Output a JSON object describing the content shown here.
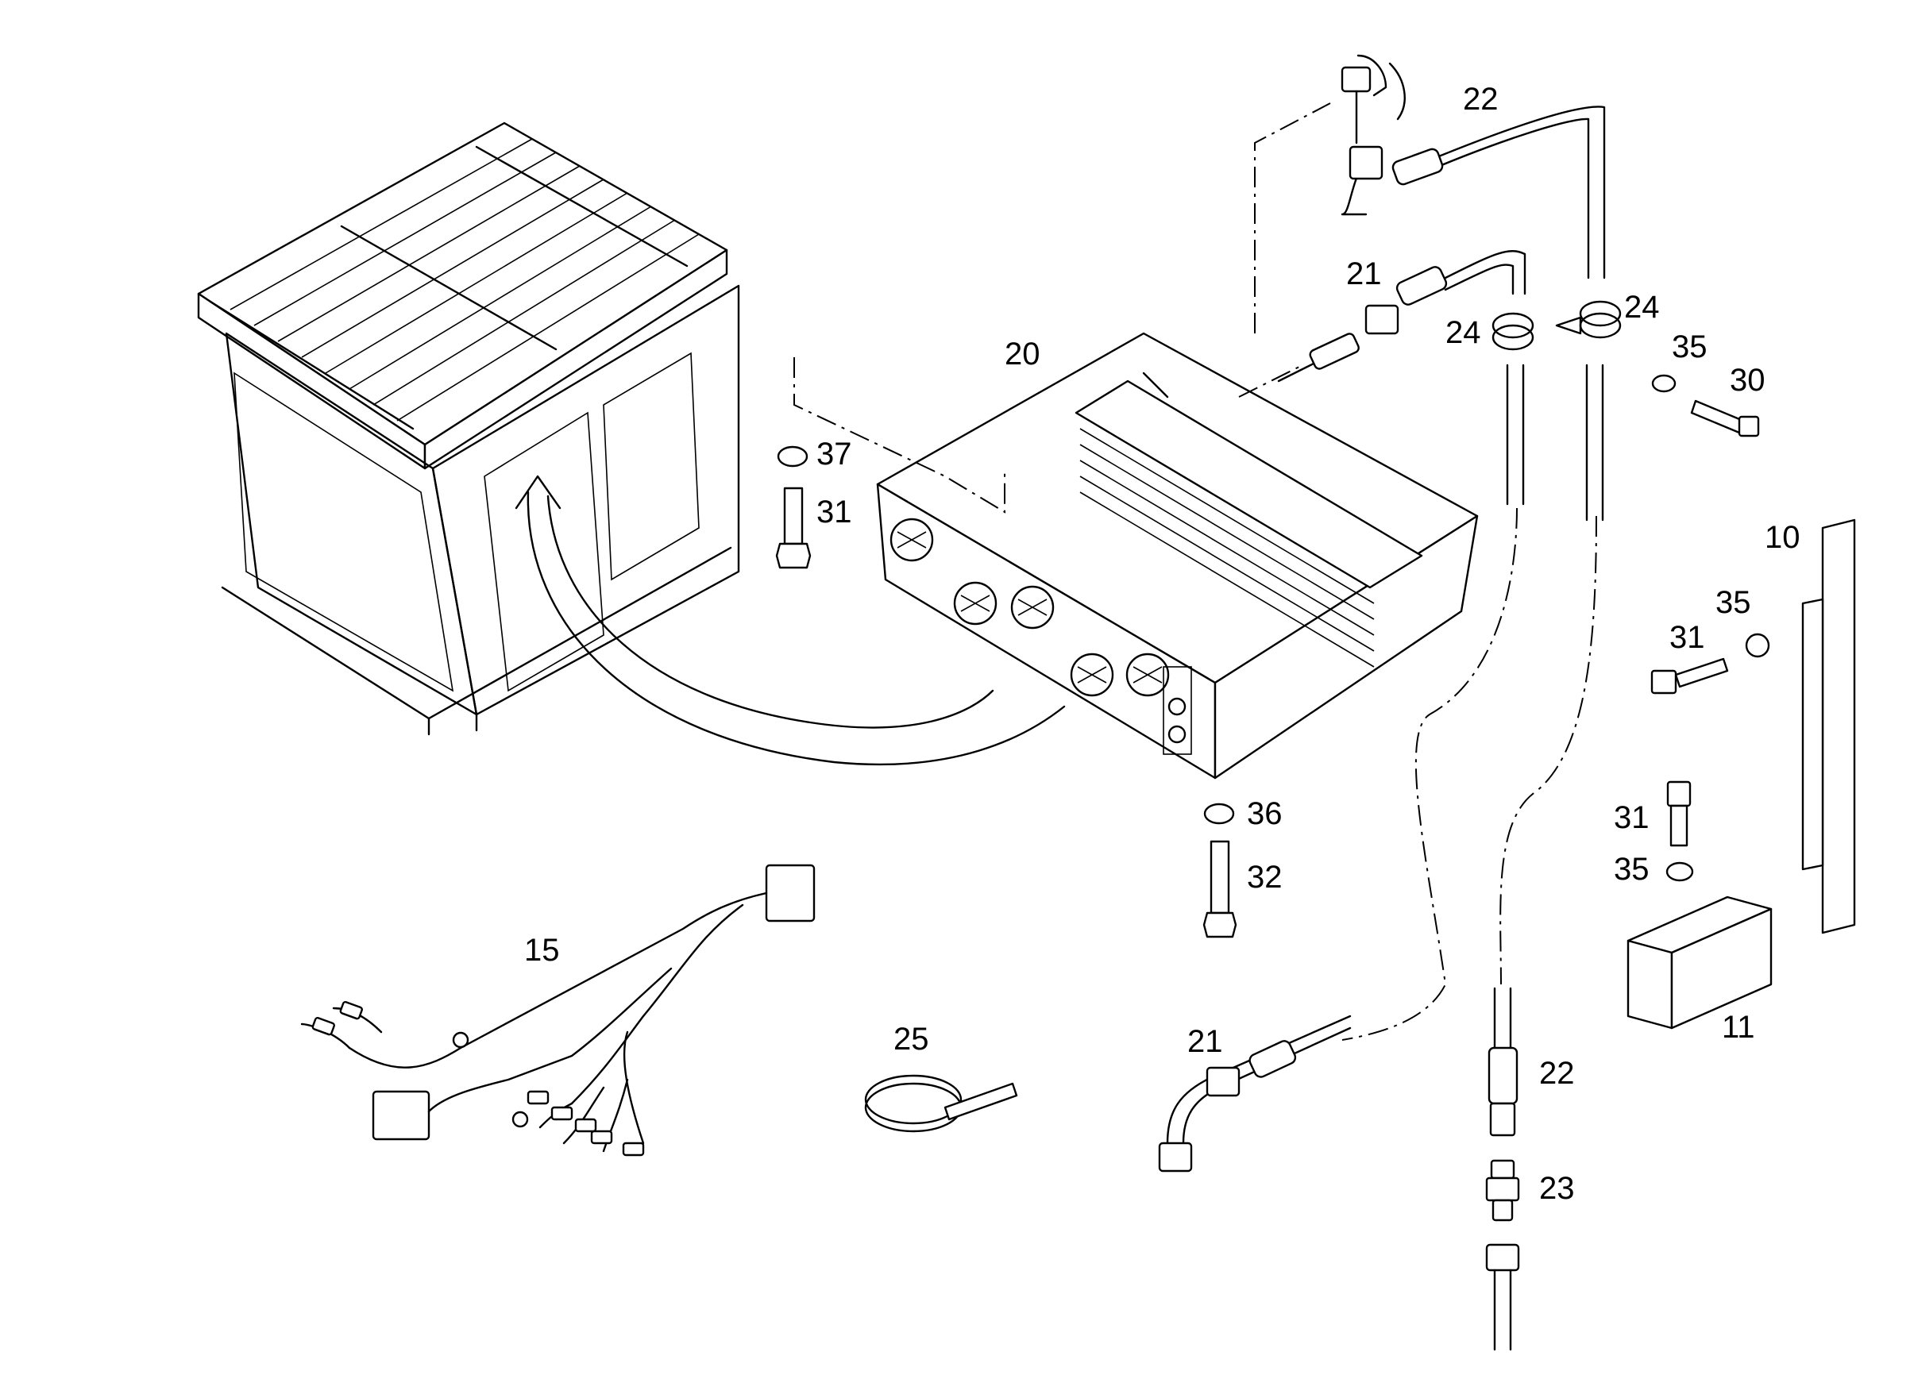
{
  "colors": {
    "line": "#000000",
    "background": "#ffffff"
  },
  "callouts": {
    "c10": "10",
    "c11": "11",
    "c15": "15",
    "c20": "20",
    "c21_top": "21",
    "c21_bottom": "21",
    "c22_top": "22",
    "c22_bottom": "22",
    "c23": "23",
    "c24_left": "24",
    "c24_right": "24",
    "c25": "25",
    "c30": "30",
    "c31_left": "31",
    "c31_right": "31",
    "c31_lower": "31",
    "c32": "32",
    "c35_top": "35",
    "c35_mid": "35",
    "c35_lower": "35",
    "c36": "36",
    "c37": "37"
  }
}
